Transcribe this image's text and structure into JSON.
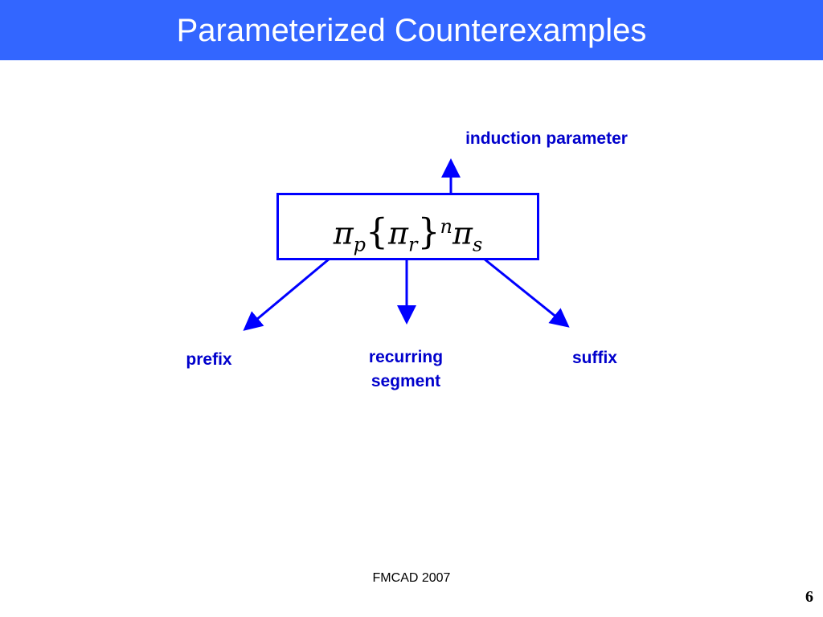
{
  "slide": {
    "title": "Parameterized Counterexamples",
    "footer": "FMCAD 2007",
    "page_number": "6"
  },
  "formula": {
    "pi": "π",
    "prefix_sub": "p",
    "open_brace": "{",
    "recurring_sub": "r",
    "close_brace": "}",
    "power": "n",
    "suffix_sub": "s"
  },
  "labels": {
    "induction_parameter": "induction parameter",
    "prefix": "prefix",
    "recurring_line1": "recurring",
    "recurring_line2": "segment",
    "suffix": "suffix"
  },
  "colors": {
    "title_bar": "#3366ff",
    "accent": "#0000ff",
    "label_text": "#0000cc"
  }
}
